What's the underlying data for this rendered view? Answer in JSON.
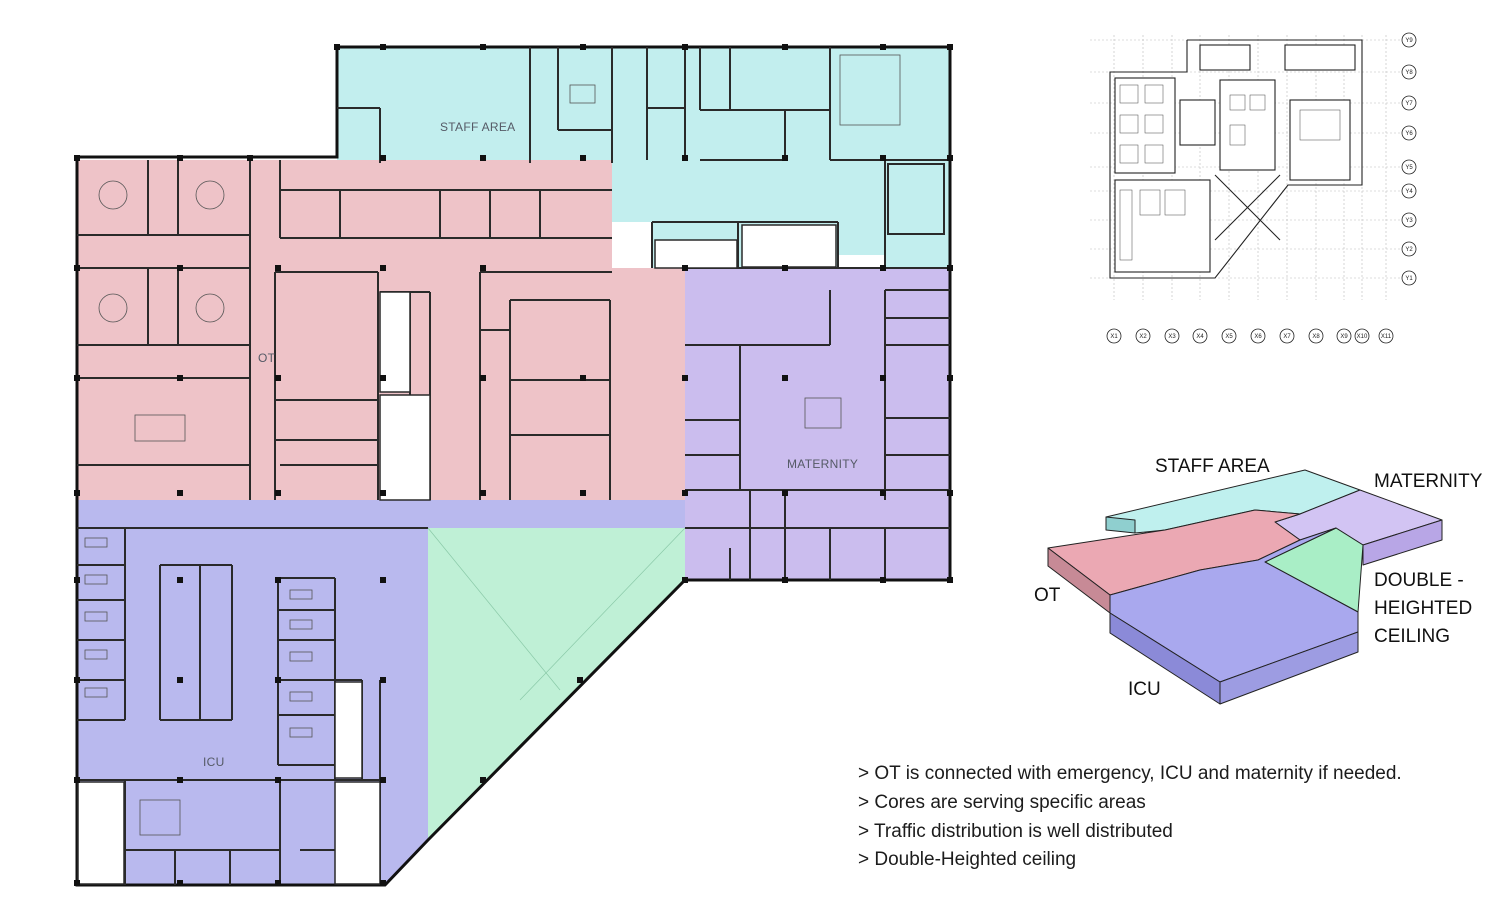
{
  "floor_plan": {
    "zones": {
      "staff_area": "STAFF AREA",
      "ot": "OT",
      "maternity": "MATERNITY",
      "icu": "ICU"
    },
    "colors": {
      "staff_area": "#c2eeee",
      "ot": "#eec3c8",
      "maternity": "#cbbdee",
      "icu": "#b9b9ee",
      "double_height": "#bff0d6"
    }
  },
  "key_plan": {
    "x_axis": [
      "X1",
      "X2",
      "X3",
      "X4",
      "X5",
      "X6",
      "X7",
      "X8",
      "X9",
      "X10",
      "X11"
    ],
    "y_axis": [
      "Y9",
      "Y8",
      "Y7",
      "Y6",
      "Y5",
      "Y4",
      "Y3",
      "Y2",
      "Y1"
    ]
  },
  "massing": {
    "labels": {
      "staff_area": "STAFF AREA",
      "maternity": "MATERNITY",
      "double_height_line1": "DOUBLE -",
      "double_height_line2": "HEIGHTED",
      "double_height_line3": "CEILING",
      "ot": "OT",
      "icu": "ICU"
    },
    "colors": {
      "staff_area": "#bff0ee",
      "maternity": "#d2c4f3",
      "double_height": "#a9eec6",
      "ot": "#eba8b3",
      "icu": "#a9a8ee",
      "side_dark": "#c78a96"
    }
  },
  "notes": [
    "> OT is connected with emergency, ICU and maternity if needed.",
    "> Cores are serving specific areas",
    "> Traffic distribution is well distributed",
    "> Double-Heighted ceiling"
  ]
}
